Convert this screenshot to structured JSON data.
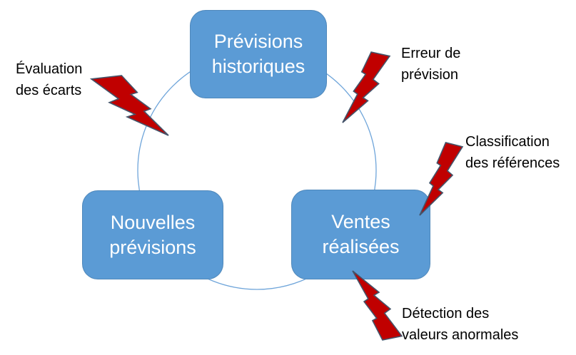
{
  "diagram": {
    "type": "cycle",
    "nodes": [
      {
        "label": "Prévisions historiques"
      },
      {
        "label": "Nouvelles prévisions"
      },
      {
        "label": "Ventes réalisées"
      }
    ],
    "annotations": [
      {
        "icon": "lightning-bolt-icon",
        "lines": [
          "Évaluation",
          "des écarts"
        ]
      },
      {
        "icon": "lightning-bolt-icon",
        "lines": [
          "Erreur de",
          "prévision"
        ]
      },
      {
        "icon": "lightning-bolt-icon",
        "lines": [
          "Classification",
          "des références"
        ]
      },
      {
        "icon": "lightning-bolt-icon",
        "lines": [
          "Détection des",
          "valeurs anormales"
        ]
      }
    ],
    "colors": {
      "node_fill": "#5B9BD5",
      "node_text": "#FFFFFF",
      "circle_stroke": "#6FA5DA",
      "bolt_fill": "#C00000",
      "bolt_stroke": "#44546A",
      "annotation_text": "#000000",
      "background": "#FFFFFF"
    }
  }
}
